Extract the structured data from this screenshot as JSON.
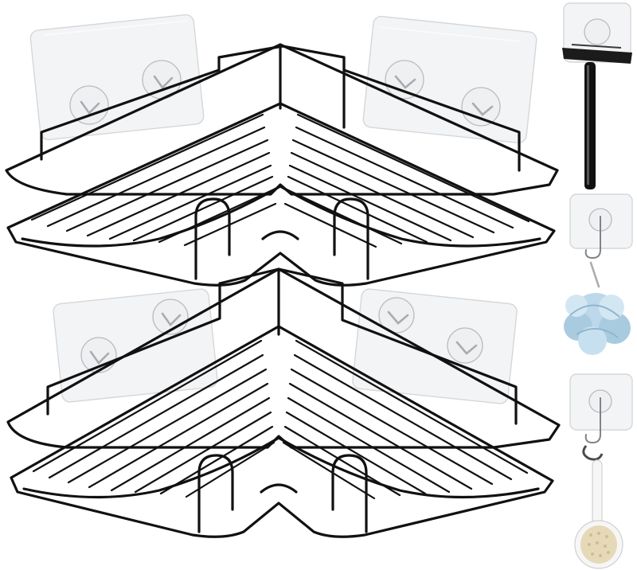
{
  "image": {
    "subject": "corner-shower-caddy-set",
    "colors": {
      "background": "#ffffff",
      "wire": "#111111",
      "adhesive_pad": "#f3f4f5",
      "pouf": "#a9cbe0",
      "loofah": "#e6d9b8"
    },
    "icons": [
      "wire-basket",
      "adhesive-pad",
      "razor-holder",
      "hook",
      "bath-pouf",
      "bath-brush"
    ]
  }
}
